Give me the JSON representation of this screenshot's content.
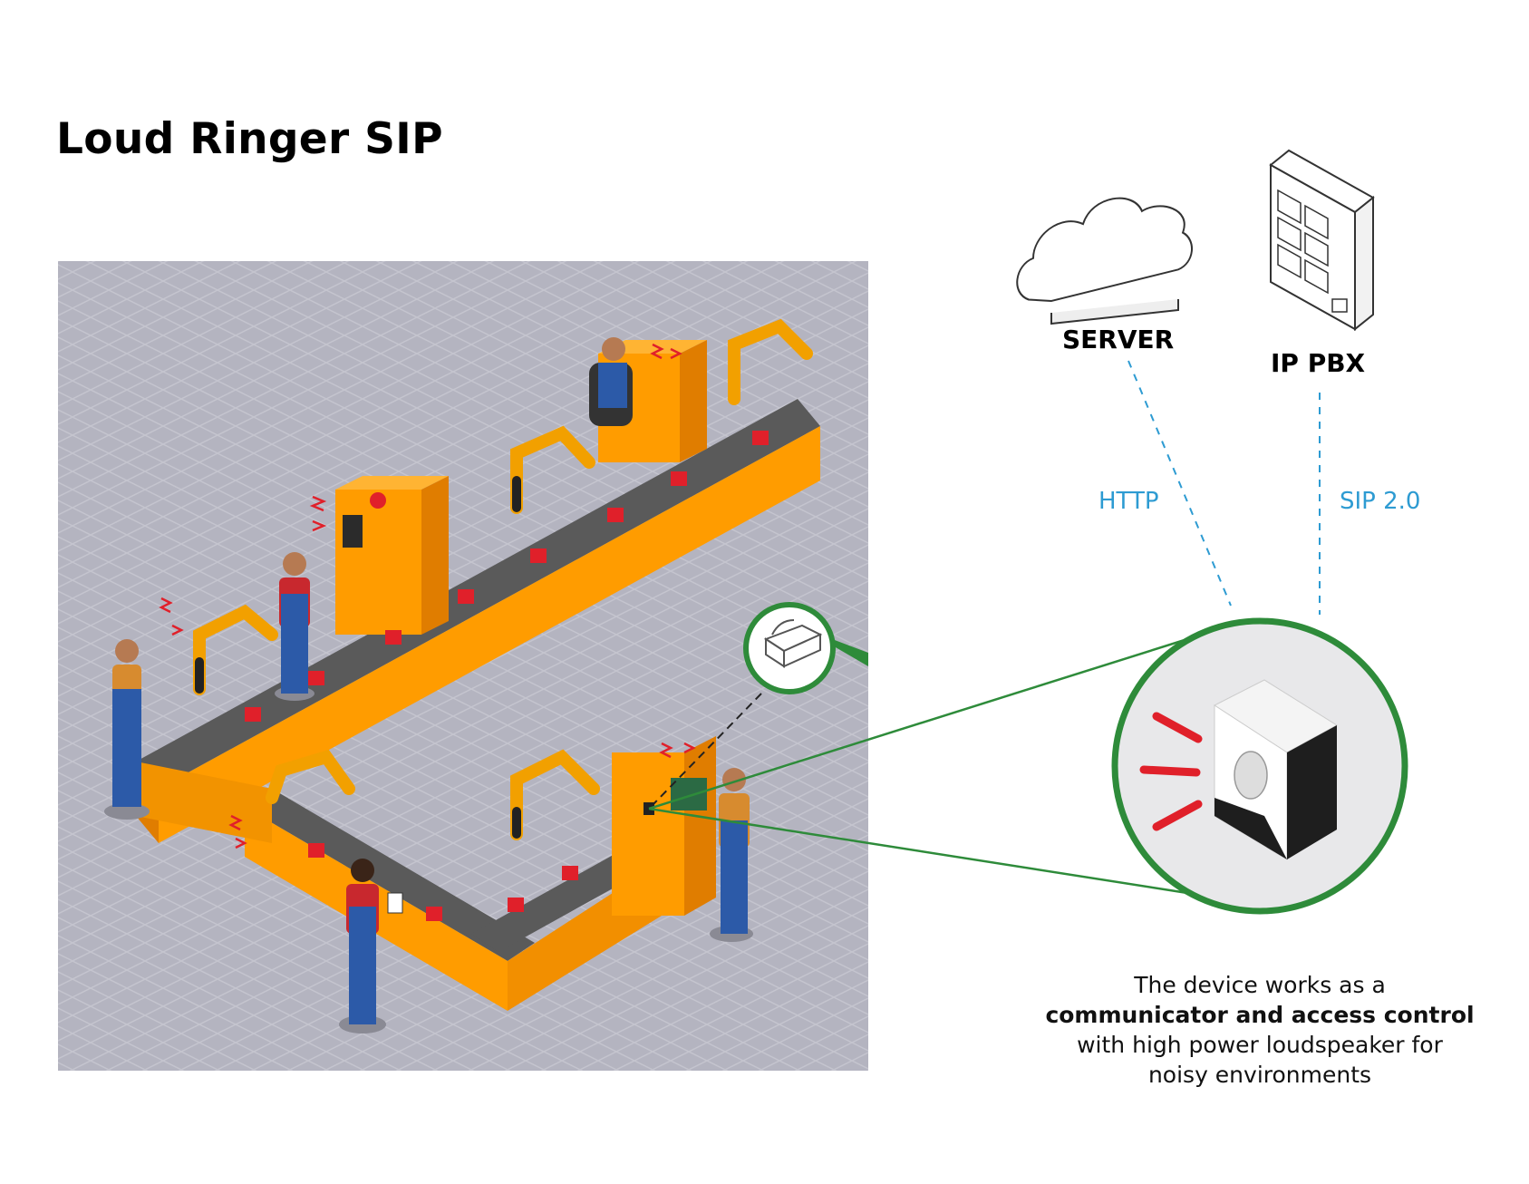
{
  "title": "Loud Ringer SIP",
  "nodes": {
    "server": {
      "label": "SERVER",
      "icon": "cloud-icon"
    },
    "ippbx": {
      "label": "IP PBX",
      "icon": "server-rack-icon"
    }
  },
  "links": {
    "http": "HTTP",
    "sip": "SIP 2.0"
  },
  "description": {
    "line1": "The device works as a",
    "line2": "communicator and access control",
    "line3": "with high power loudspeaker for",
    "line4": "noisy environments"
  },
  "colors": {
    "accent_blue": "#2d9bd2",
    "callout_green": "#2e8b3a",
    "machine_orange": "#ff9c00",
    "floor_gray": "#b6b6c2",
    "ringer_red": "#e0202a"
  }
}
